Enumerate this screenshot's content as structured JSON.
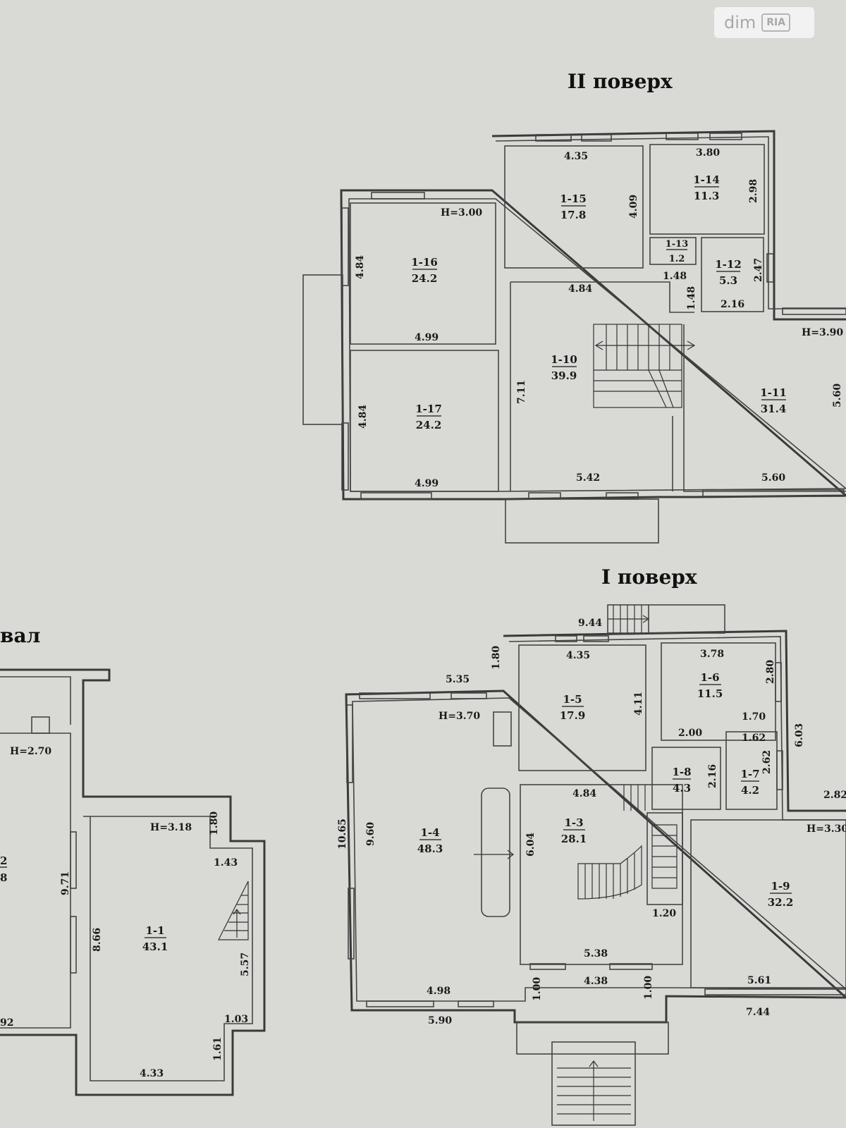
{
  "watermark": {
    "brand": "dim",
    "badge": "RIA"
  },
  "floors": {
    "second": {
      "title": "II поверх",
      "rooms": [
        {
          "id": "1-16",
          "area": "24.2"
        },
        {
          "id": "1-15",
          "area": "17.8"
        },
        {
          "id": "1-14",
          "area": "11.3"
        },
        {
          "id": "1-13",
          "area": "1.2"
        },
        {
          "id": "1-12",
          "area": "5.3"
        },
        {
          "id": "1-10",
          "area": "39.9"
        },
        {
          "id": "1-17",
          "area": "24.2"
        },
        {
          "id": "1-11",
          "area": "31.4"
        }
      ],
      "dims": [
        "H=3.00",
        "4.35",
        "3.80",
        "4.09",
        "2.98",
        "4.84",
        "4.99",
        "1.48",
        "2.47",
        "1.48",
        "2.16",
        "4.84",
        "H=3.90",
        "7.11",
        "4.84",
        "5.60",
        "4.99",
        "5.42",
        "5.60"
      ]
    },
    "first": {
      "title": "I поверх",
      "rooms": [
        {
          "id": "1-5",
          "area": "17.9"
        },
        {
          "id": "1-6",
          "area": "11.5"
        },
        {
          "id": "1-4",
          "area": "48.3"
        },
        {
          "id": "1-8",
          "area": "4.3"
        },
        {
          "id": "1-7",
          "area": "4.2"
        },
        {
          "id": "1-3",
          "area": "28.1"
        },
        {
          "id": "1-9",
          "area": "32.2"
        }
      ],
      "dims": [
        "9.44",
        "1.80",
        "4.35",
        "3.78",
        "5.35",
        "2.80",
        "H=3.70",
        "4.11",
        "1.70",
        "2.00",
        "1.62",
        "6.03",
        "2.16",
        "2.62",
        "4.84",
        "2.82",
        "H=3.30",
        "10.65",
        "9.60",
        "6.04",
        "1.20",
        "5.38",
        "4.98",
        "4.38",
        "1.00",
        "1.00",
        "5.61",
        "5.90",
        "7.44"
      ]
    },
    "basement": {
      "title": "вал",
      "rooms": [
        {
          "id": "1-1",
          "area": "43.1"
        }
      ],
      "partial_room": {
        "id": "2",
        "area": "8"
      },
      "dims": [
        "H=2.70",
        "H=3.18",
        "1.80",
        "1.43",
        "9.71",
        "8.66",
        "5.57",
        "1.03",
        "92",
        "1.61",
        "4.33"
      ]
    }
  }
}
